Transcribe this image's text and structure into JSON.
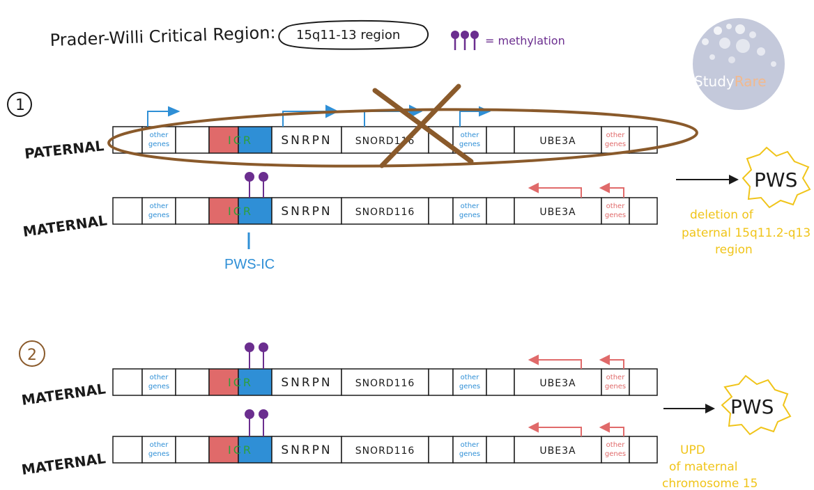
{
  "header": {
    "title": "Prader-Willi Critical Region:",
    "region": "15q11-13 region",
    "legend_label": "= methylation"
  },
  "logo": {
    "text_a": "Study",
    "text_b": "Rare"
  },
  "scenario1": {
    "number": "1",
    "paternal_label": "PATERNAL",
    "maternal_label": "MATERNAL",
    "ic_label": "PWS-IC",
    "outcome": "PWS",
    "note_lines": [
      "deletion of",
      "paternal 15q11.2-q13",
      "region"
    ]
  },
  "scenario2": {
    "number": "2",
    "label_top": "MATERNAL",
    "label_bottom": "MATERNAL",
    "outcome": "PWS",
    "note_lines": [
      "UPD",
      "of maternal",
      "chromosome 15"
    ]
  },
  "genes": {
    "other_line1": "other",
    "other_line2": "genes",
    "icr": "ICR",
    "snrpn": "SNRPN",
    "snord": "SNORD116",
    "ube3a": "UBE3A"
  },
  "colors": {
    "ink": "#1a1a1a",
    "blue": "#2f8fd6",
    "red": "#e06a6a",
    "purple": "#6b2e8f",
    "gold": "#f0c419",
    "brown": "#8a5a2b",
    "icr_green": "#2e9e3e"
  }
}
